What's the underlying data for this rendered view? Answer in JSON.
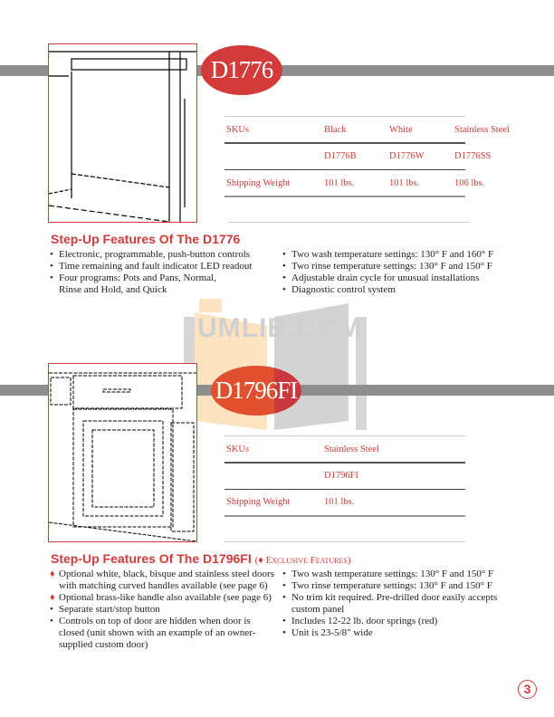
{
  "watermark": "UMLIB.COM",
  "model1": {
    "badge": "D1776",
    "table": {
      "headers": [
        "SKUs",
        "Black",
        "White",
        "Stainless Steel"
      ],
      "sku_row": [
        "",
        "D1776B",
        "D1776W",
        "D1776SS"
      ],
      "weight_row": [
        "Shipping Weight",
        "101 lbs.",
        "101 lbs.",
        "106 lbs."
      ]
    },
    "heading": "Step-Up Features Of The D1776",
    "left": [
      "Electronic, programmable, push-button controls",
      "Time remaining and fault indicator LED readout",
      "Four programs: Pots and Pans, Normal, Rinse and Hold, and Quick"
    ],
    "right": [
      "Two wash temperature settings: 130° F and 160° F",
      "Two rinse temperature settings: 130° F and 150° F",
      "Adjustable drain cycle for unusual installations",
      "Diagnostic control system"
    ]
  },
  "model2": {
    "badge": "D1796FI",
    "table": {
      "headers": [
        "SKUs",
        "Stainless Steel"
      ],
      "sku_row": [
        "",
        "D1796FI"
      ],
      "weight_row": [
        "Shipping Weight",
        "101 lbs."
      ]
    },
    "heading": "Step-Up Features Of The D1796FI",
    "exclusive_note": "(♦ Exclusive Features)",
    "left": [
      {
        "bullet": "♦",
        "text": "Optional white, black, bisque and stainless steel doors with matching curved handles available (see page 6)"
      },
      {
        "bullet": "♦",
        "text": "Optional brass-like handle also available (see page 6)"
      },
      {
        "bullet": "•",
        "text": "Separate start/stop button"
      },
      {
        "bullet": "•",
        "text": "Controls on top of door are hidden when door is closed (unit shown with an example of an owner-supplied custom door)"
      }
    ],
    "right": [
      "Two wash temperature settings: 130° F and 150° F",
      "Two rinse temperature settings: 130° F and 150° F",
      "No trim kit required. Pre-drilled door easily accepts custom panel",
      "Includes 12-22 lb. door springs (red)",
      "Unit is 23-5/8\" wide"
    ]
  },
  "page_number": "3",
  "colors": {
    "accent": "#d33a3a",
    "bar": "#8e8e8e"
  }
}
